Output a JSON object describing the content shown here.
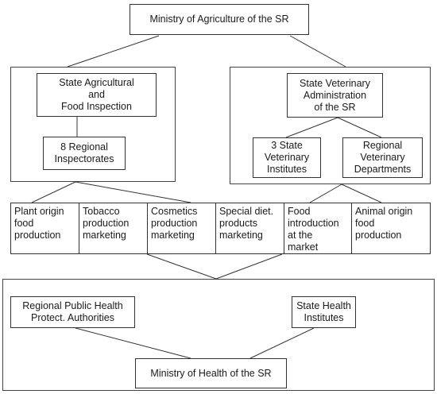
{
  "ministry_agriculture": "Ministry of Agriculture of the SR",
  "state_agri_inspection": "State Agricultural\nand\nFood Inspection",
  "regional_inspectorates": "8 Regional\nInspectorates",
  "state_vet_admin": "State Veterinary\nAdministration\nof the SR",
  "state_vet_institutes": "3 State\nVeterinary\nInstitutes",
  "regional_vet_departments": "Regional\nVeterinary\nDepartments",
  "areas": [
    "Plant origin\nfood\nproduction",
    "Tobacco\nproduction\nmarketing",
    "Cosmetics\nproduction\nmarketing",
    "Special diet.\nproducts\nmarketing",
    "Food\nintroduction\nat the\nmarket",
    "Animal origin\nfood\nproduction"
  ],
  "regional_public_health": "Regional Public Health\nProtect. Authorities",
  "state_health_institutes": "State Health\nInstitutes",
  "ministry_health": "Ministry of Health of the SR"
}
